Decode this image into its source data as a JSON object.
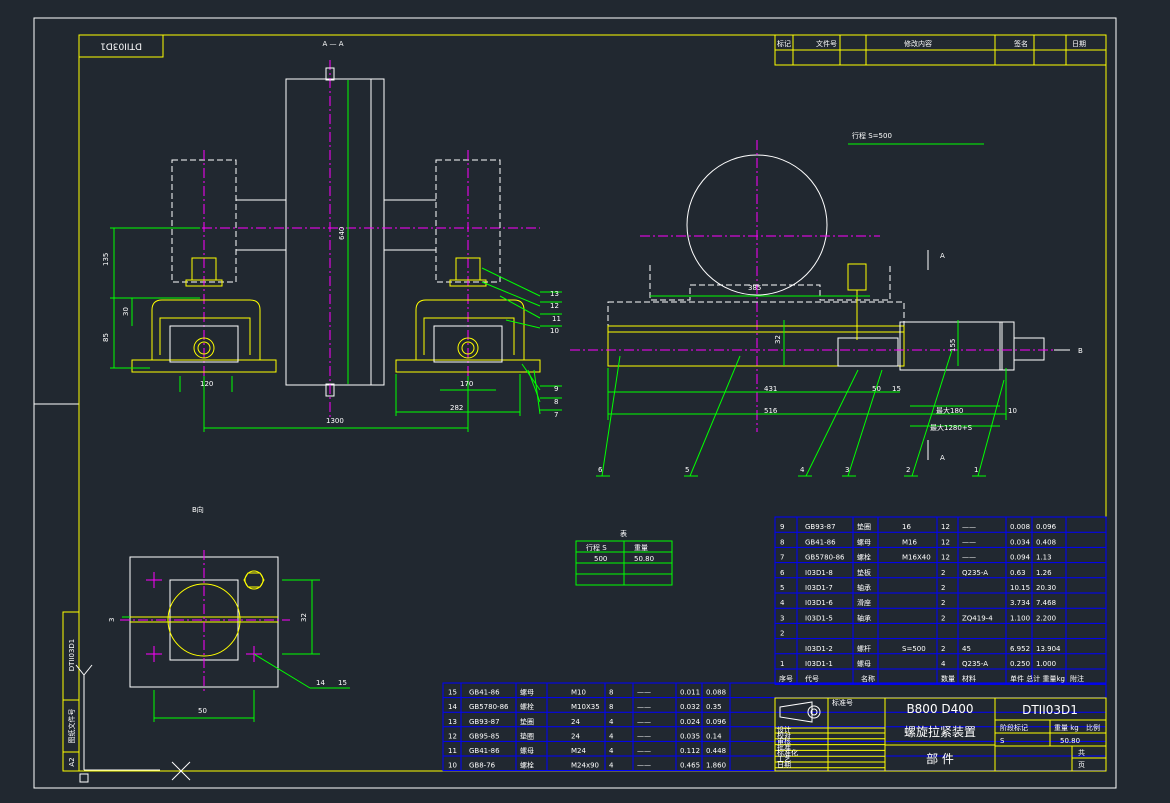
{
  "drawing": {
    "code_rotated": "DTII03D1",
    "section_label": "A — A",
    "view_label": "B向",
    "side_code": "DTII03D1",
    "side_note": "图纸文件号",
    "side_a2": "A2"
  },
  "dims": {
    "left": [
      "135",
      "30",
      "85",
      "120",
      "1300",
      "640"
    ],
    "right_support": [
      "170",
      "282"
    ],
    "side_view": [
      "385",
      "431",
      "516",
      "32",
      "50",
      "15",
      "最大180",
      "最大1280+S",
      "10",
      "155"
    ],
    "b_view": [
      "50",
      "32",
      "3"
    ]
  },
  "annotations": {
    "stroke": "行程 S=500",
    "a_marker": "A",
    "b_marker": "B",
    "balloons_left": [
      "13",
      "12",
      "11",
      "10",
      "9",
      "8",
      "7"
    ],
    "balloons_bottom": [
      "6",
      "5",
      "4",
      "3",
      "2",
      "1"
    ],
    "leader_b": [
      "14",
      "15"
    ]
  },
  "stroke_table": {
    "title": "表",
    "headers": [
      "行程 S",
      "重量"
    ],
    "rows": [
      [
        "500",
        "50.80"
      ],
      [
        "",
        ""
      ],
      [
        "",
        ""
      ]
    ]
  },
  "parts_upper": [
    {
      "no": "9",
      "code": "GB93-87",
      "name": "垫圈",
      "spec": "16",
      "qty": "12",
      "mat": "——",
      "w1": "0.008",
      "w2": "0.096"
    },
    {
      "no": "8",
      "code": "GB41-86",
      "name": "螺母",
      "spec": "M16",
      "qty": "12",
      "mat": "——",
      "w1": "0.034",
      "w2": "0.408"
    },
    {
      "no": "7",
      "code": "GB5780-86",
      "name": "螺栓",
      "spec": "M16X40",
      "qty": "12",
      "mat": "——",
      "w1": "0.094",
      "w2": "1.13"
    },
    {
      "no": "6",
      "code": "I03D1-8",
      "name": "垫板",
      "spec": "",
      "qty": "2",
      "mat": "Q235-A",
      "w1": "0.63",
      "w2": "1.26"
    },
    {
      "no": "5",
      "code": "I03D1-7",
      "name": "轴承",
      "spec": "",
      "qty": "2",
      "mat": "",
      "w1": "10.15",
      "w2": "20.30"
    },
    {
      "no": "4",
      "code": "I03D1-6",
      "name": "滑座",
      "spec": "",
      "qty": "2",
      "mat": "",
      "w1": "3.734",
      "w2": "7.468"
    },
    {
      "no": "3",
      "code": "I03D1-5",
      "name": "轴承",
      "spec": "",
      "qty": "2",
      "mat": "ZQ419-4",
      "w1": "1.100",
      "w2": "2.200"
    },
    {
      "no": "2",
      "code": "",
      "name": "",
      "spec": "",
      "qty": "",
      "mat": "",
      "w1": "",
      "w2": ""
    },
    {
      "no": "",
      "code": "I03D1-2",
      "name": "螺杆",
      "spec": "S=500",
      "qty": "2",
      "mat": "45",
      "w1": "6.952",
      "w2": "13.904"
    },
    {
      "no": "1",
      "code": "I03D1-1",
      "name": "螺母",
      "spec": "",
      "qty": "4",
      "mat": "Q235-A",
      "w1": "0.250",
      "w2": "1.000"
    }
  ],
  "parts_lower": [
    {
      "no": "15",
      "code": "GB41-86",
      "name": "螺母",
      "spec": "M10",
      "qty": "8",
      "mat": "——",
      "w1": "0.011",
      "w2": "0.088"
    },
    {
      "no": "14",
      "code": "GB5780-86",
      "name": "螺栓",
      "spec": "M10X35",
      "qty": "8",
      "mat": "——",
      "w1": "0.032",
      "w2": "0.35"
    },
    {
      "no": "13",
      "code": "GB93-87",
      "name": "垫圈",
      "spec": "24",
      "qty": "4",
      "mat": "——",
      "w1": "0.024",
      "w2": "0.096"
    },
    {
      "no": "12",
      "code": "GB95-85",
      "name": "垫圈",
      "spec": "24",
      "qty": "4",
      "mat": "——",
      "w1": "0.035",
      "w2": "0.14"
    },
    {
      "no": "11",
      "code": "GB41-86",
      "name": "螺母",
      "spec": "M24",
      "qty": "4",
      "mat": "——",
      "w1": "0.112",
      "w2": "0.448"
    },
    {
      "no": "10",
      "code": "GB8-76",
      "name": "螺栓",
      "spec": "M24x90",
      "qty": "4",
      "mat": "——",
      "w1": "0.465",
      "w2": "1.860"
    }
  ],
  "parts_header": [
    "序号",
    "代号",
    "名称",
    "数量",
    "材料",
    "单件 总计 重量kg",
    "附注"
  ],
  "title_block": {
    "product": "B800 D400",
    "name": "螺旋拉紧装置",
    "code": "DTII03D1",
    "category": "部 件",
    "stage_label": "阶段标记",
    "weight_label": "重量 kg",
    "scale_label": "比例",
    "stage_value": "S",
    "weight_value": "50.80",
    "sheet_label": "共",
    "page_label": "页",
    "left_rows": [
      "设计",
      "校对",
      "审核",
      "批准",
      "标准化",
      "工艺",
      "日期"
    ],
    "spec_label": "标准号"
  },
  "revision": {
    "headers": [
      "标记",
      "文件号",
      "修改内容",
      "签名",
      "日期"
    ]
  }
}
